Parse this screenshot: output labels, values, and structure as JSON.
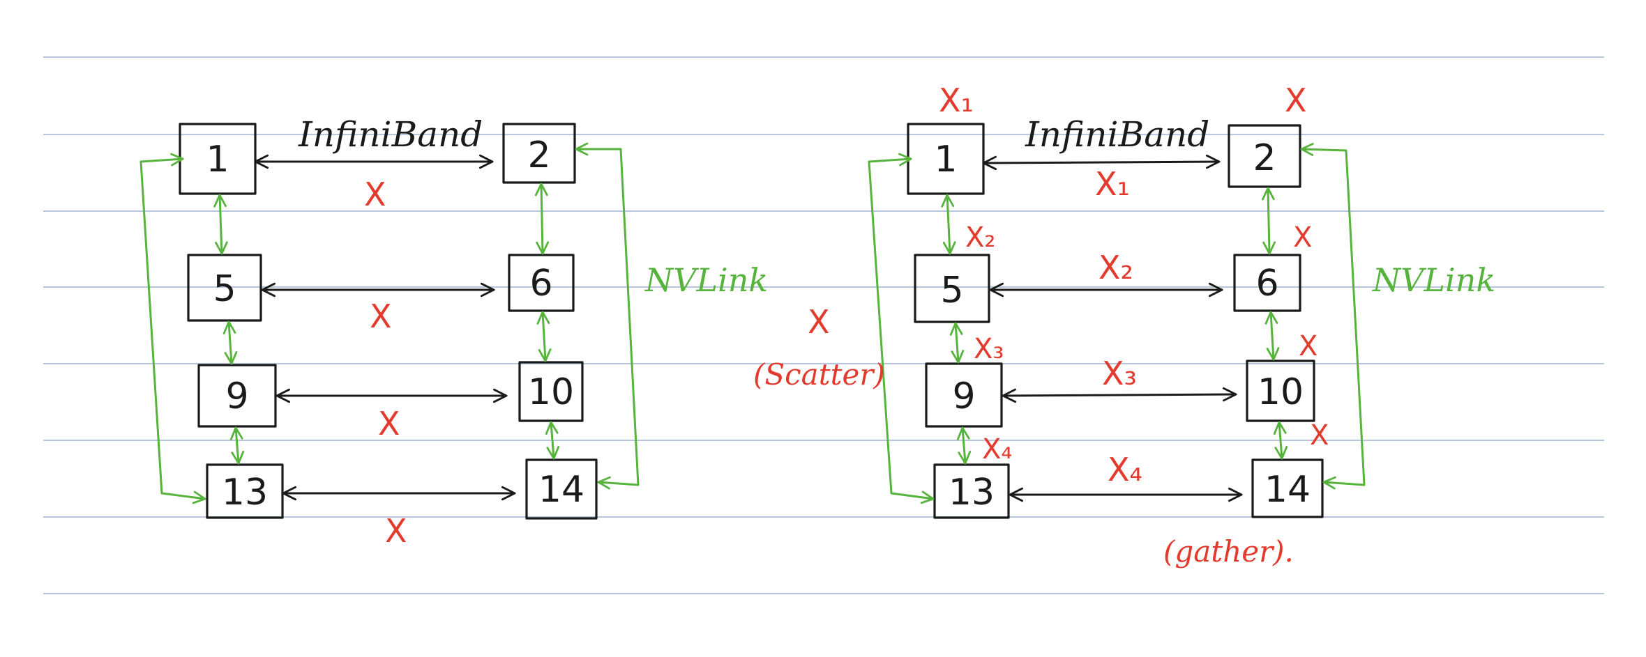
{
  "left": {
    "nodes": {
      "n1": "1",
      "n2": "2",
      "n5": "5",
      "n6": "6",
      "n9": "9",
      "n10": "10",
      "n13": "13",
      "n14": "14"
    },
    "infiniband_label": "InfiniBand",
    "nvlink_label": "NVLink",
    "edge_labels": {
      "r1": "X",
      "r2": "X",
      "r3": "X",
      "r4": "X"
    }
  },
  "right": {
    "nodes": {
      "n1": "1",
      "n2": "2",
      "n5": "5",
      "n6": "6",
      "n9": "9",
      "n10": "10",
      "n13": "13",
      "n14": "14"
    },
    "infiniband_label": "InfiniBand",
    "nvlink_label": "NVLink",
    "scatter_x": "X",
    "scatter_label": "(Scatter)",
    "gather_label": "(gather).",
    "top_left_label": "X₁",
    "top_right_label": "X",
    "edge_labels": {
      "r1": "X₁",
      "r2": "X₂",
      "r3": "X₃",
      "r4": "X₄"
    },
    "left_vertical_labels": {
      "v1": "X₂",
      "v2": "X₃",
      "v3": "X₄"
    },
    "right_vertical_labels": {
      "v1": "X",
      "v2": "X",
      "v3": "X"
    }
  },
  "colors": {
    "ink": "#1a1a1a",
    "nvlink": "#56b33c",
    "annotation": "#e23a2c",
    "ruled_line": "#b7c6dd"
  }
}
